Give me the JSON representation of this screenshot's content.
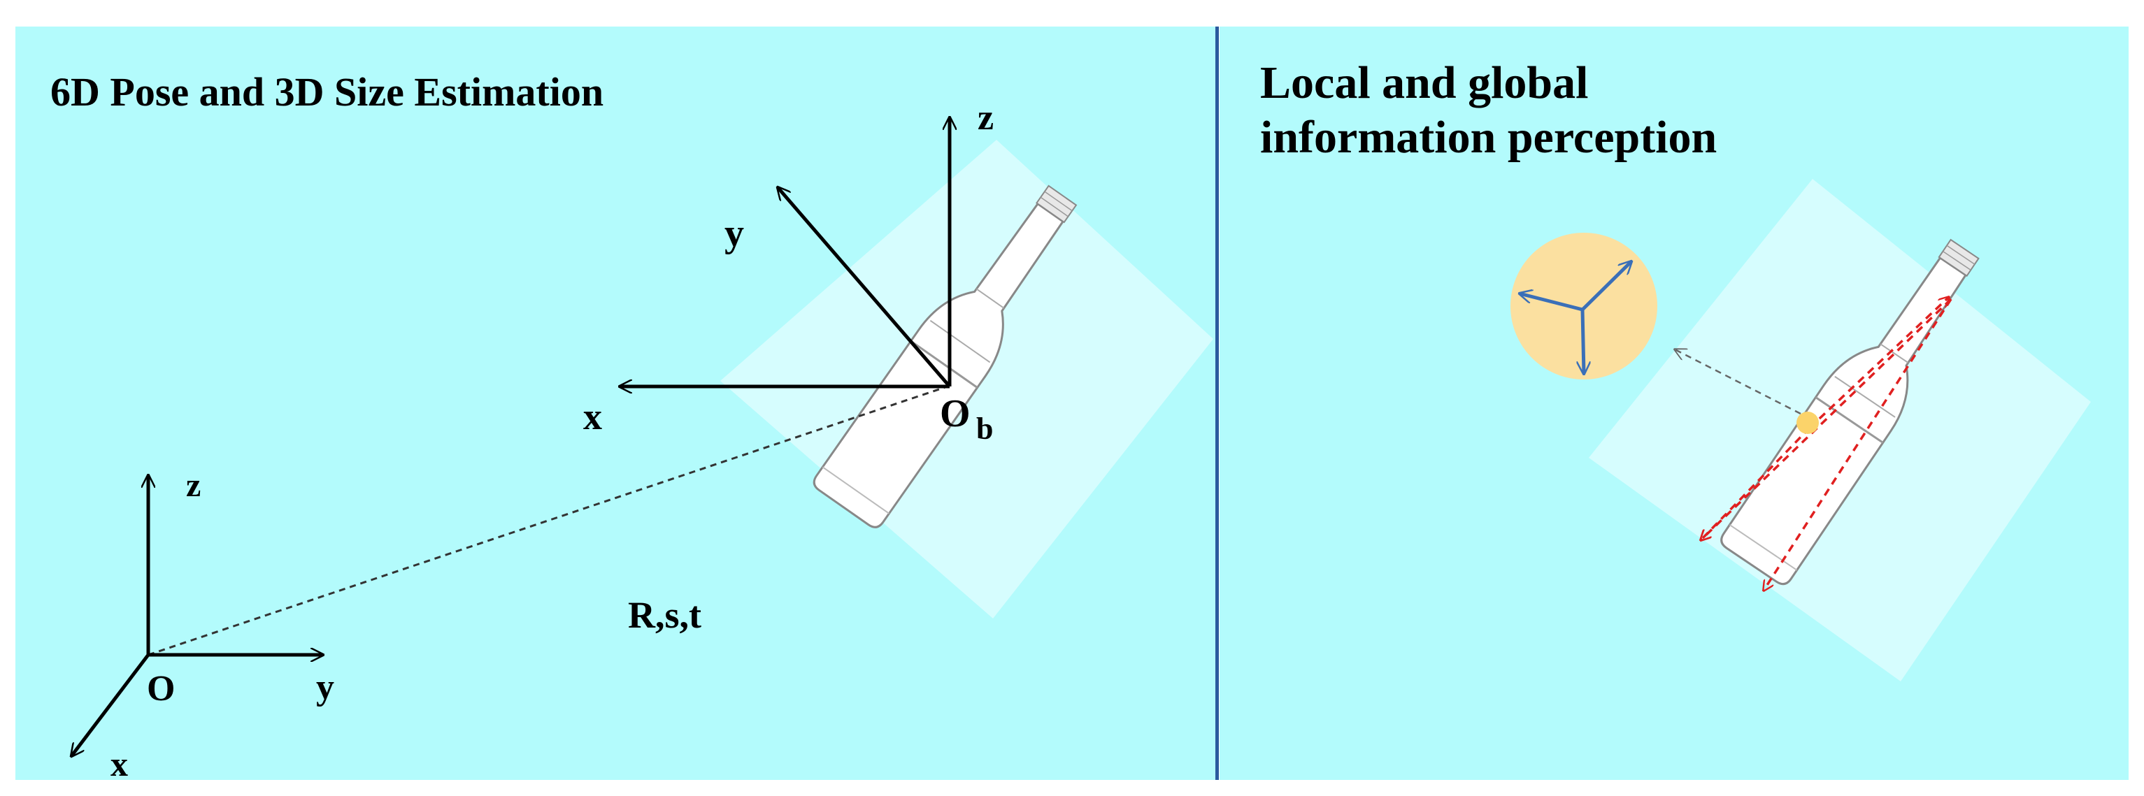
{
  "left_panel": {
    "title": "6D Pose and 3D Size Estimation",
    "world_frame": {
      "origin": "O",
      "x": "x",
      "y": "y",
      "z": "z"
    },
    "object_frame": {
      "origin": "O",
      "origin_subscript": "b",
      "x": "x",
      "y": "y",
      "z": "z"
    },
    "transform_label": "R,s,t"
  },
  "right_panel": {
    "title_line1": "Local and global",
    "title_line2": "information perception"
  },
  "colors": {
    "background": "#b3fbfc",
    "divider": "#2a5a9e",
    "bounding_plane": "#dcfdfe",
    "global_circle": "#fbe0a0",
    "local_arrows": "#3a6fb8",
    "global_arrows": "#e02020",
    "center_point": "#fbd36a"
  }
}
